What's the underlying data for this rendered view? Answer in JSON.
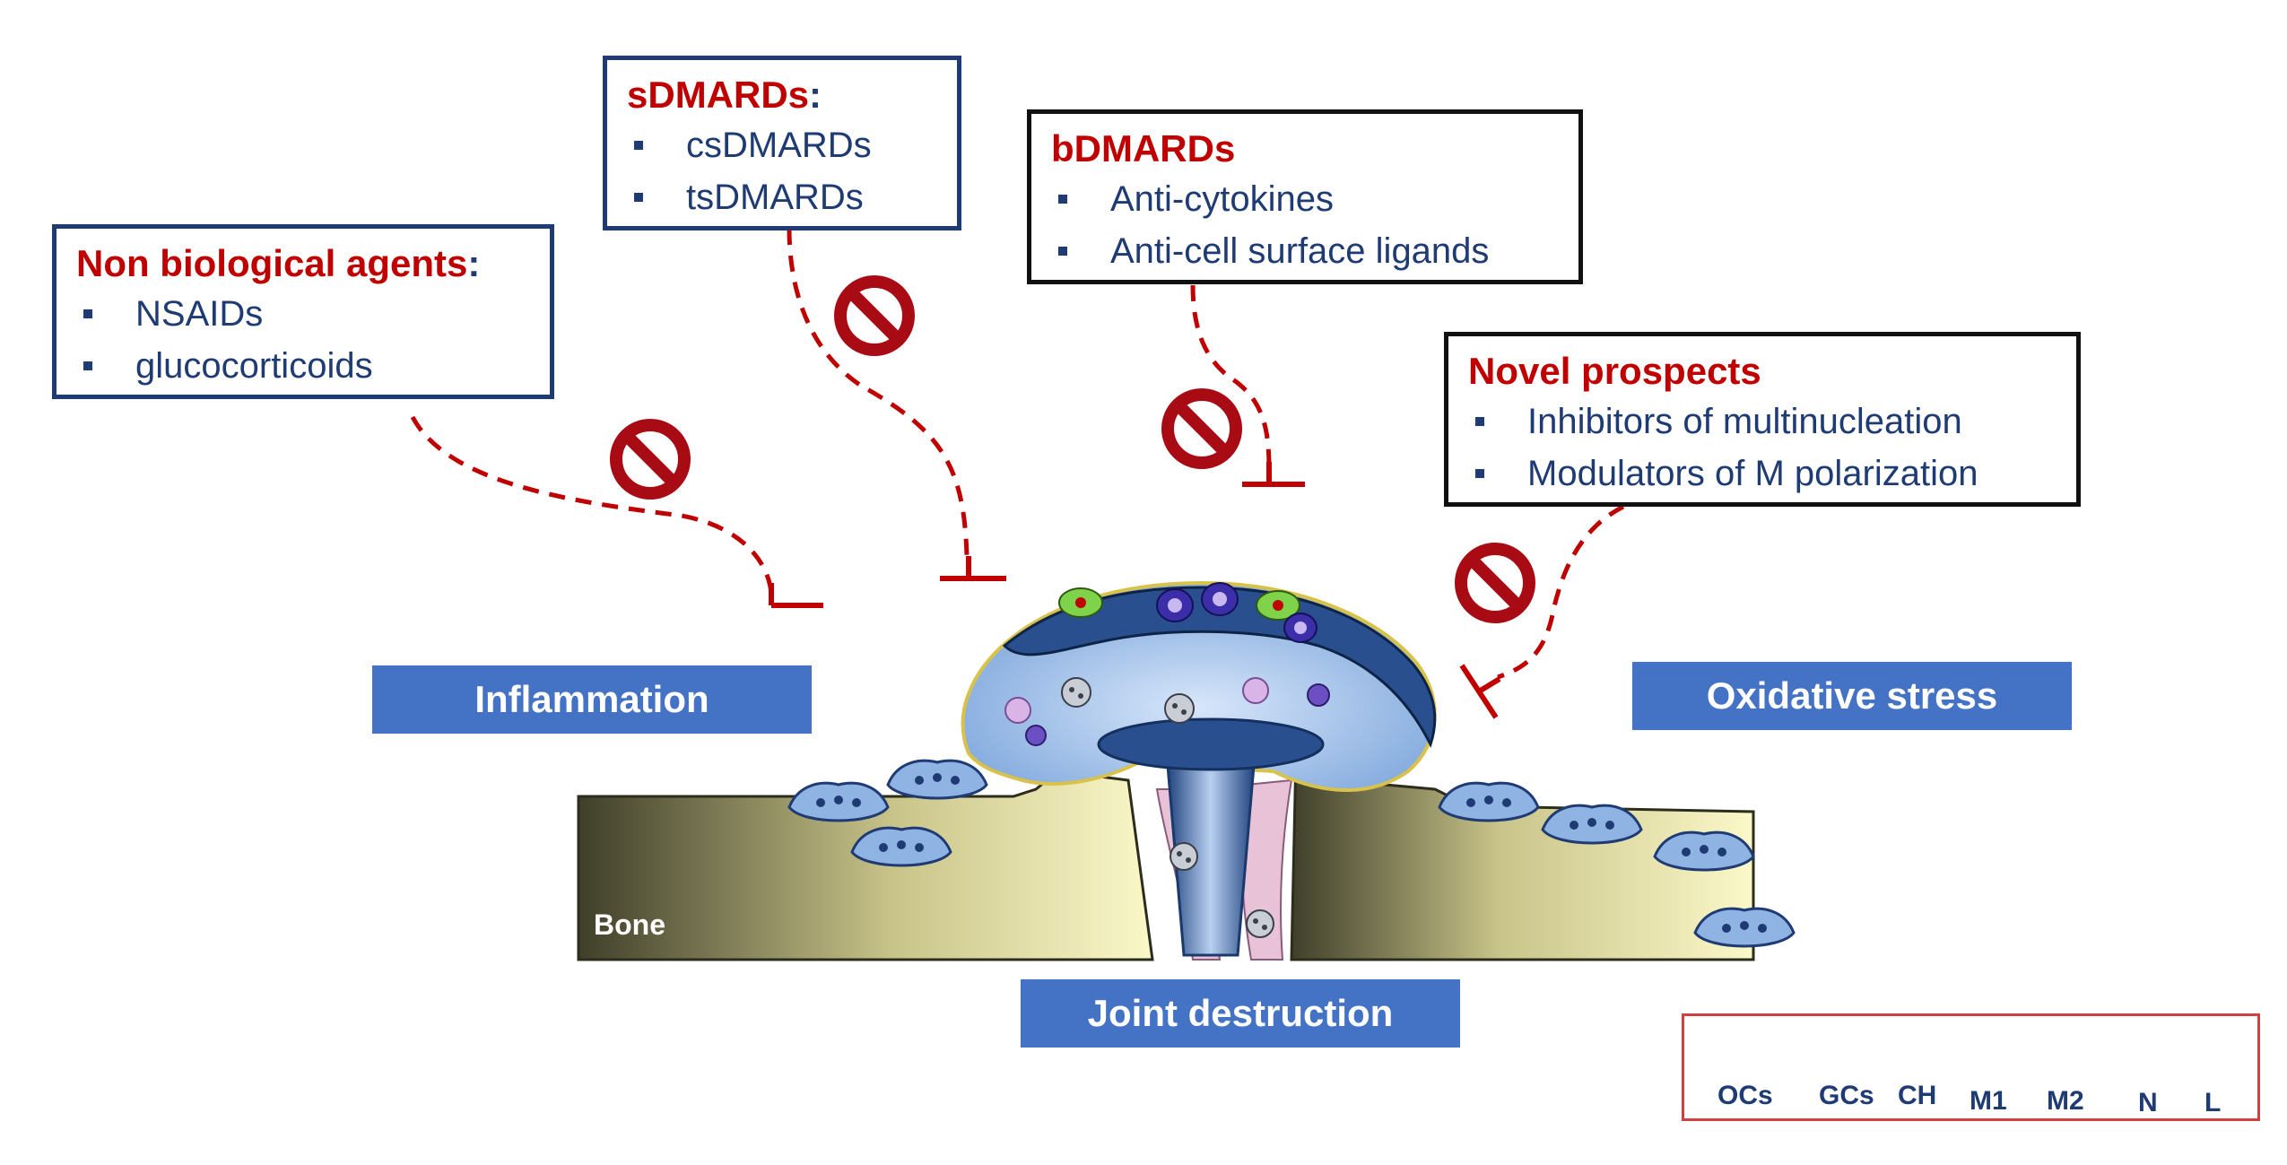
{
  "boxes": {
    "non_biological": {
      "title": "Non biological agents",
      "title_suffix": ":",
      "items": [
        "NSAIDs",
        "glucocorticoids"
      ]
    },
    "sdmards": {
      "title": "sDMARDs",
      "title_suffix": ":",
      "items": [
        "csDMARDs",
        "tsDMARDs"
      ]
    },
    "bdmards": {
      "title": "bDMARDs",
      "items": [
        "Anti-cytokines",
        "Anti-cell surface ligands"
      ]
    },
    "novel": {
      "title": "Novel prospects",
      "items": [
        "Inhibitors of multinucleation",
        "Modulators of M polarization"
      ]
    }
  },
  "labels": {
    "inflammation": "Inflammation",
    "oxidative_stress": "Oxidative stress",
    "joint_destruction": "Joint destruction",
    "bone": "Bone"
  },
  "legend": {
    "items": [
      {
        "label": "OCs",
        "icon": "osteoclast-icon"
      },
      {
        "label": "GCs",
        "icon": "granular-cell-icon"
      },
      {
        "label": "CH",
        "icon": "chondrocyte-icon"
      },
      {
        "label": "M1",
        "icon": "m1-macrophage-icon"
      },
      {
        "label": "M2",
        "icon": "m2-macrophage-icon"
      },
      {
        "label": "N",
        "icon": "neutrophil-icon"
      },
      {
        "label": "L",
        "icon": "lymphocyte-icon"
      }
    ]
  },
  "colors": {
    "title_red": "#c00000",
    "text_navy": "#1f3b73",
    "label_blue": "#4472c4",
    "inhibit_red": "#c00000",
    "bone_yellow": "#f7f3b8",
    "bone_dark": "#4a4a30",
    "pannus_blue": "#8fb4e3",
    "cell_navy": "#2a4f8f",
    "cartilage_pink": "#e8c3d8",
    "m2_green": "#7fd34a",
    "m1_purple": "#3b2ea8"
  }
}
